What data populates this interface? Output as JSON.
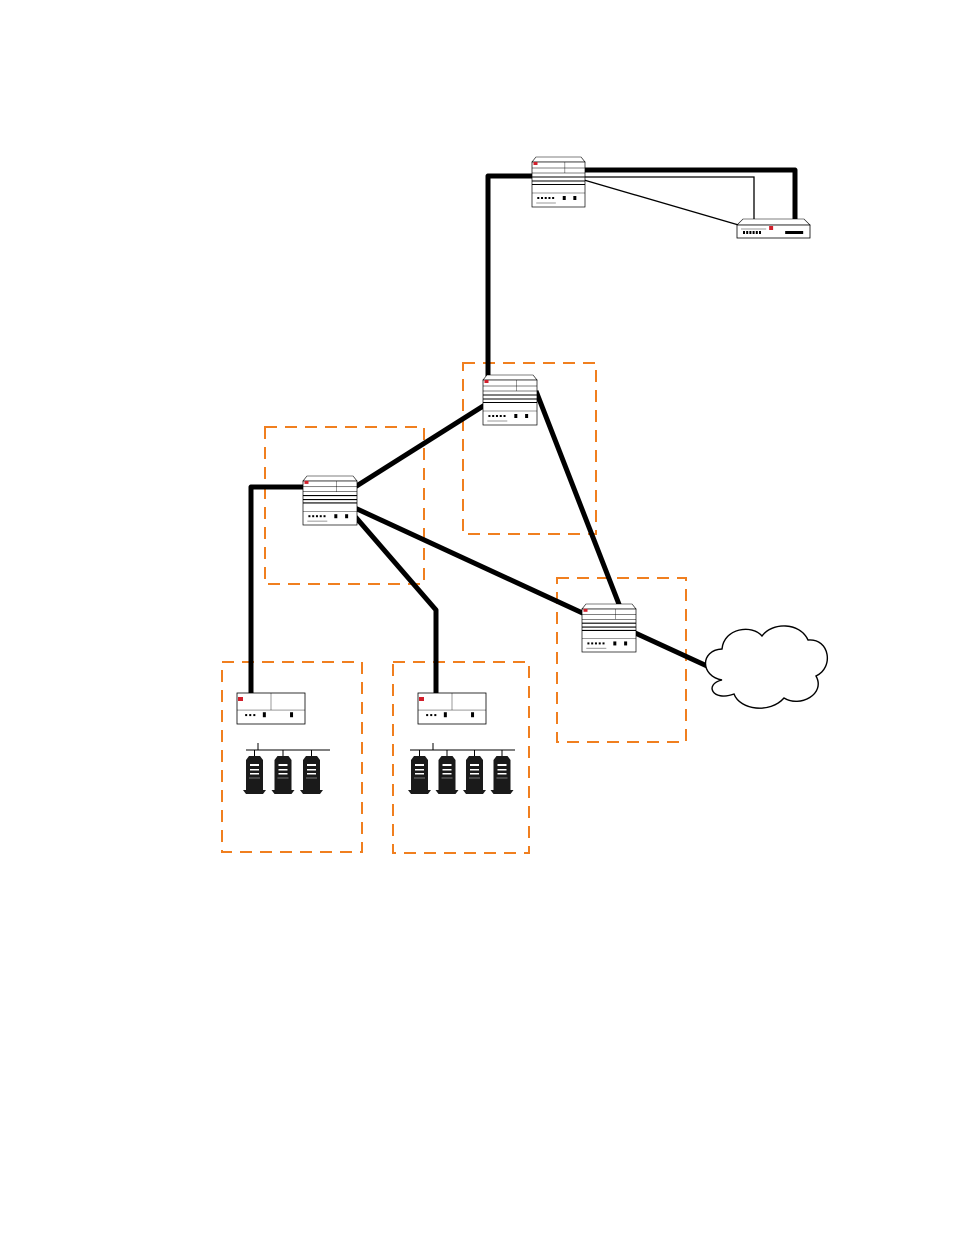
{
  "colors": {
    "zone_border": "#f07f1f",
    "link": "#000000",
    "brand_accent": "#d21f2b",
    "device_body": "#ffffff",
    "server_dark": "#1a1a1a"
  },
  "devices": [
    {
      "id": "core-router",
      "kind": "chassis-router"
    },
    {
      "id": "edge-appliance",
      "kind": "rack-appliance"
    },
    {
      "id": "aggregation-router",
      "kind": "chassis-router"
    },
    {
      "id": "distribution-router",
      "kind": "chassis-router"
    },
    {
      "id": "wan-router",
      "kind": "chassis-router"
    },
    {
      "id": "access-router-left",
      "kind": "chassis-router",
      "servers": 3
    },
    {
      "id": "access-router-right",
      "kind": "chassis-router",
      "servers": 4
    }
  ],
  "cloud": {
    "icon": "cloud-icon"
  },
  "zones": 5
}
